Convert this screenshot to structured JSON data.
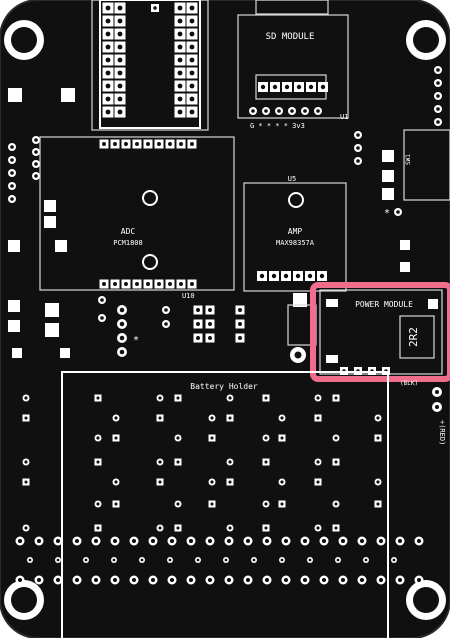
{
  "board": {
    "colors": {
      "board": "#101010",
      "edge": "#2a2a2a",
      "silk": "#dcdcdc",
      "pad": "#ffffff",
      "copper_dark": "#1c1c1c",
      "highlight": "#f06e8c"
    }
  },
  "labels": {
    "sd_module": "SD MODULE",
    "sd_pins": "G  *  *  *  *  3v3",
    "u1": "U1",
    "u5": "U5",
    "sw": "SW1",
    "star_right": "*",
    "star_mid": "*",
    "adc_title": "ADC",
    "adc_part": "PCM1808",
    "amp_title": "AMP",
    "amp_part": "MAX98357A",
    "u10": "U10",
    "power_module": "POWER MODULE",
    "power_part": "2R2",
    "battery_holder": "Battery Holder",
    "blk": "(BLK)",
    "red": "+(RED)"
  },
  "highlight_box": {
    "label": "power-module-highlight",
    "color": "#f06e8c"
  }
}
